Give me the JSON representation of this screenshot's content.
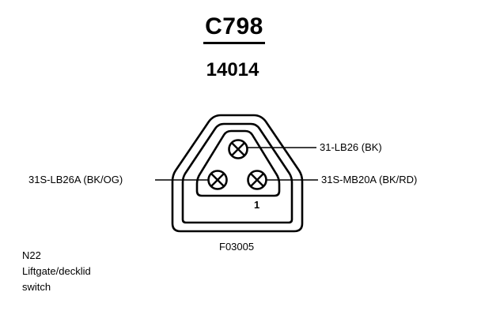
{
  "connector": {
    "id": "C798",
    "part_number": "14014",
    "figure_code": "F03005",
    "pin_marker": "1"
  },
  "pins": [
    {
      "circuit": "31-LB26 (BK)"
    },
    {
      "circuit": "31S-LB26A (BK/OG)"
    },
    {
      "circuit": "31S-MB20A (BK/RD)"
    }
  ],
  "component": {
    "code": "N22",
    "name_line1": "Liftgate/decklid",
    "name_line2": "switch"
  }
}
